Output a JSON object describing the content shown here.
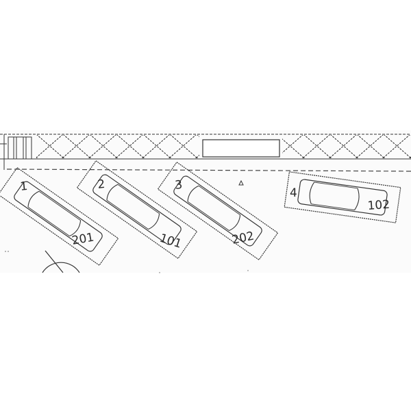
{
  "parking_spaces": [
    {
      "number": "1",
      "unit": "201"
    },
    {
      "number": "2",
      "unit": "101"
    },
    {
      "number": "3",
      "unit": "202"
    },
    {
      "number": "4",
      "unit": "102"
    }
  ],
  "colors": {
    "ink": "#2a2a2a",
    "paper": "#ffffff",
    "scan_shadow": "#f4f4f4"
  }
}
